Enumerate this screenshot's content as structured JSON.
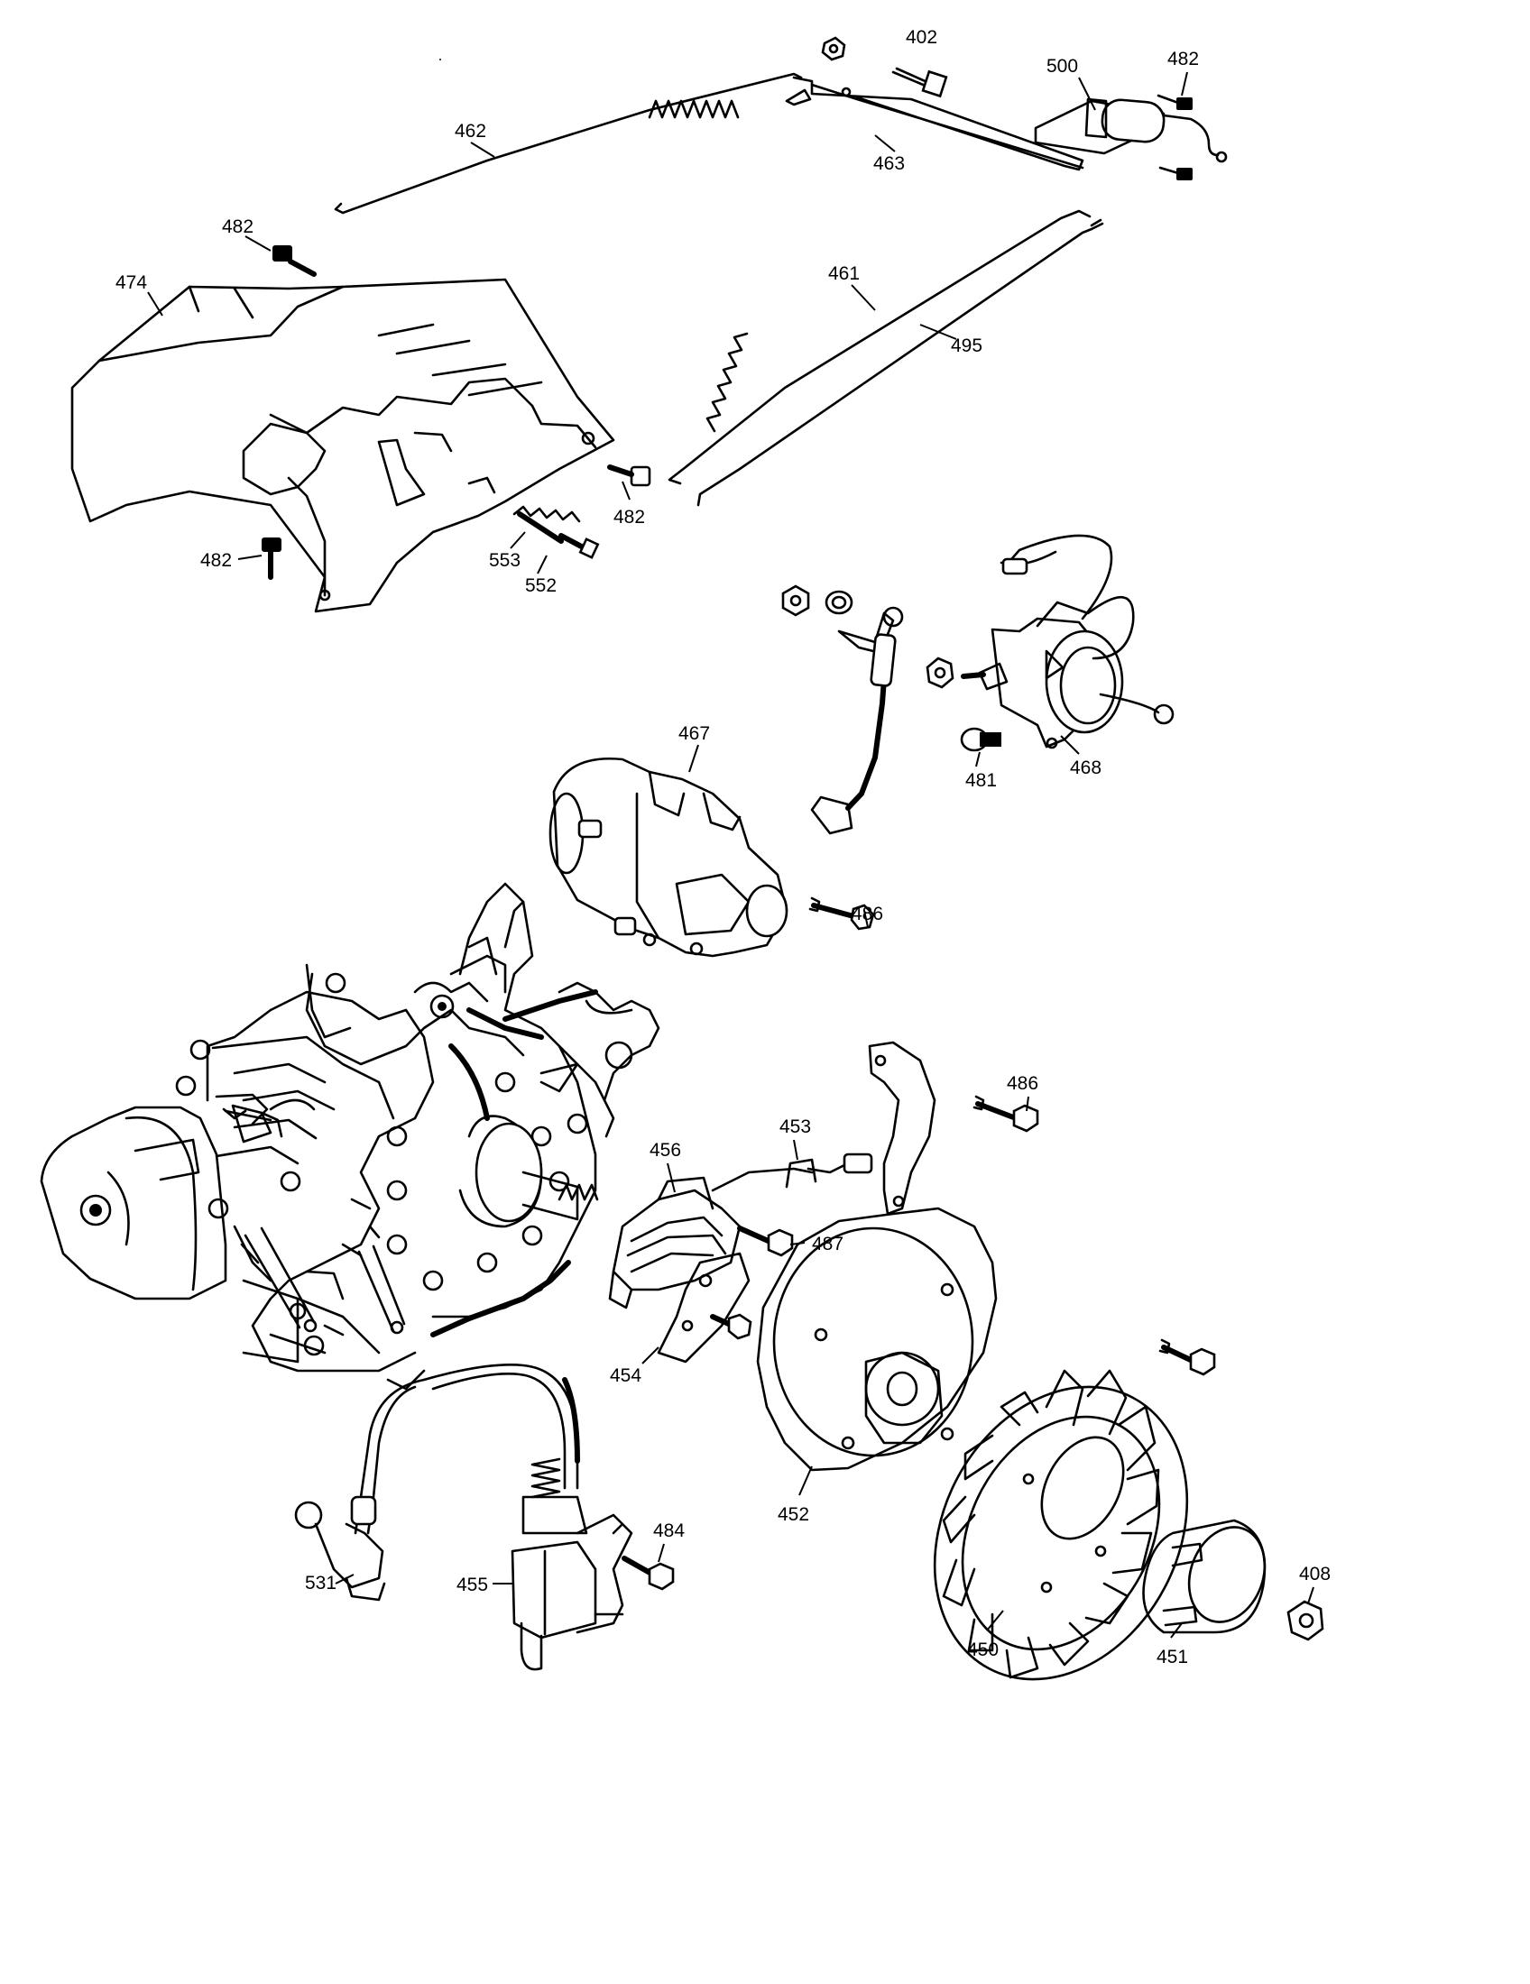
{
  "diagram": {
    "callouts": [
      "402",
      "462",
      "500",
      "482",
      "463",
      "474",
      "461",
      "495",
      "553",
      "552",
      "467",
      "468",
      "481",
      "486",
      "453",
      "456",
      "487",
      "454",
      "452",
      "450",
      "451",
      "408",
      "484",
      "455",
      "531"
    ]
  }
}
